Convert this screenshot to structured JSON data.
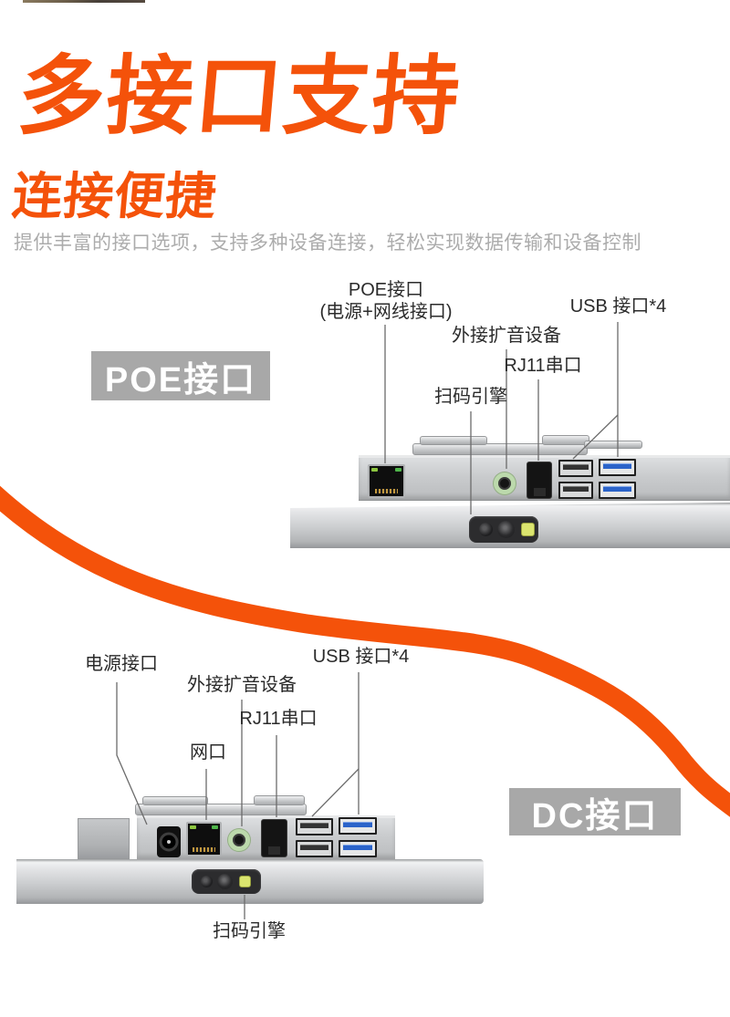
{
  "page": {
    "title": "多接口支持",
    "subtitle": "连接便捷",
    "description": "提供丰富的接口选项，支持多种设备连接，轻松实现数据传输和设备控制"
  },
  "colors": {
    "accent_orange": "#F4520A",
    "badge_gray": "#A8A8A8",
    "callout_text": "#2B2B2B",
    "description_gray": "#ACACAC",
    "usb3_blue": "#2B63C9",
    "audio_jack_green": "#BCD9AC",
    "scanner_led_green": "#DBE56F"
  },
  "poe_section": {
    "badge": "POE接口",
    "callouts": {
      "poe_line1": "POE接口",
      "poe_line2": "(电源+网线接口)",
      "speaker": "外接扩音设备",
      "rj11": "RJ11串口",
      "usb": "USB 接口*4",
      "scanner": "扫码引擎"
    }
  },
  "dc_section": {
    "badge": "DC接口",
    "callouts": {
      "power": "电源接口",
      "lan": "网口",
      "speaker": "外接扩音设备",
      "rj11": "RJ11串口",
      "usb": "USB 接口*4",
      "scanner": "扫码引擎"
    }
  },
  "icons": {
    "ethernet_port": "rj45-ethernet-port",
    "audio_jack": "audio-jack-port",
    "rj11_port": "rj11-serial-port",
    "usb2_ports": "usb2-port-pair",
    "usb3_ports": "usb3-port-pair",
    "dc_jack": "dc-power-jack",
    "scanner": "barcode-scanner-module"
  }
}
